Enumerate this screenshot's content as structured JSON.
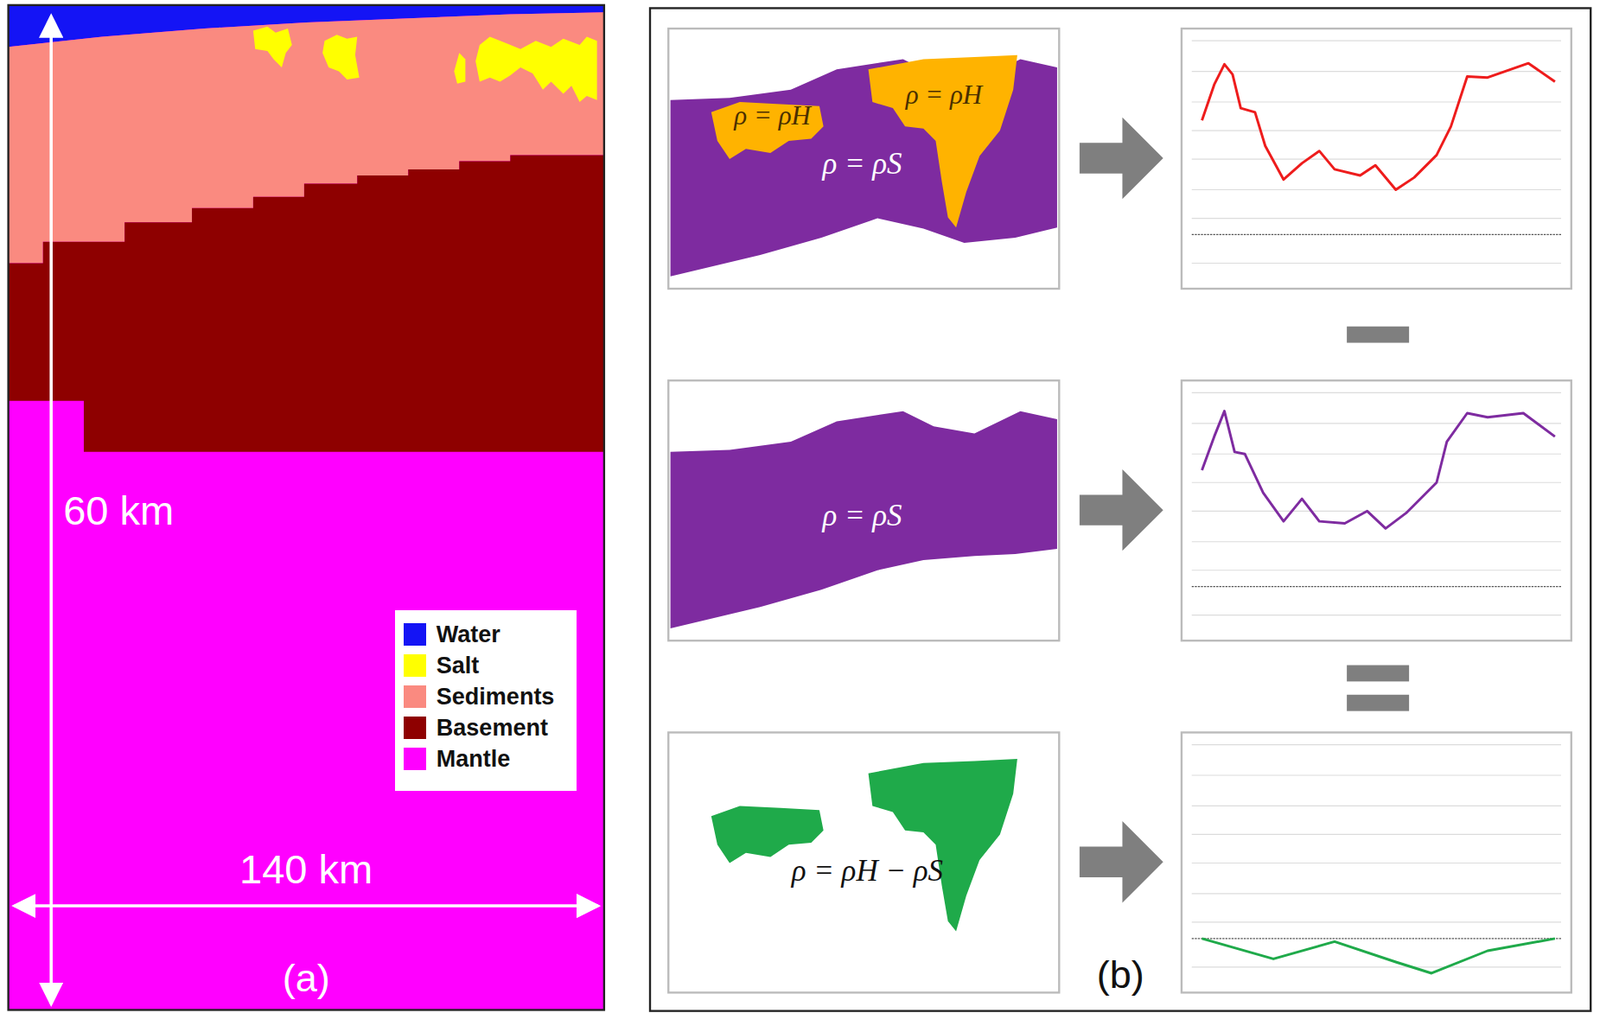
{
  "diagram": {
    "labels": [
      "60 km",
      "140 km",
      "(a)",
      "ρ = ρH",
      "ρ = ρH",
      "ρ = ρS",
      "ρ = ρS",
      "ρ = ρH − ρS",
      "(b)"
    ],
    "legend": [
      {
        "text": "Water",
        "color": "#1414f5"
      },
      {
        "text": "Salt",
        "color": "#ffff00"
      },
      {
        "text": "Sediments",
        "color": "#fa8a80"
      },
      {
        "text": "Basement",
        "color": "#8e0000"
      },
      {
        "text": "Mantle",
        "color": "#ff00ff"
      }
    ]
  }
}
